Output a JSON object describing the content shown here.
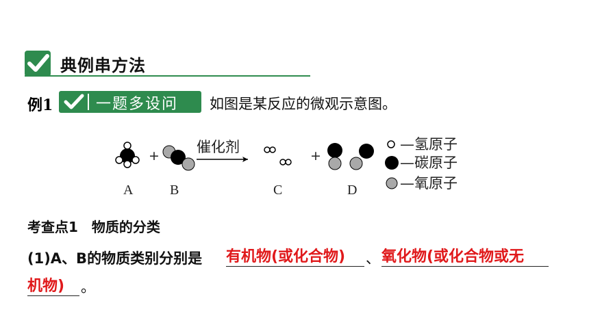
{
  "section": {
    "title": "典例串方法"
  },
  "example": {
    "label": "例1",
    "badge": "一题多设问",
    "text": "如图是某反应的微观示意图。"
  },
  "diagram": {
    "molecules": [
      "A",
      "B",
      "C",
      "D"
    ],
    "plus": "+",
    "catalyst": "催化剂",
    "legend": [
      {
        "label": "—氢原子",
        "color": "#ffffff"
      },
      {
        "label": "—碳原子",
        "color": "#000000"
      },
      {
        "label": "—氧原子",
        "color": "#a9a9a9"
      }
    ]
  },
  "kaodian": {
    "title": "考查点1　物质的分类",
    "q1_prefix": "(1)A、B的物质类别分别是",
    "q1_answer1": "有机物(或化合物)",
    "q1_sep": "、",
    "q1_answer2": "氧化物(或化合物或无",
    "q1_answer2_cont": "机物)",
    "q1_end": "。"
  },
  "colors": {
    "accent": "#2e8b4e",
    "answer": "#e0191b"
  }
}
